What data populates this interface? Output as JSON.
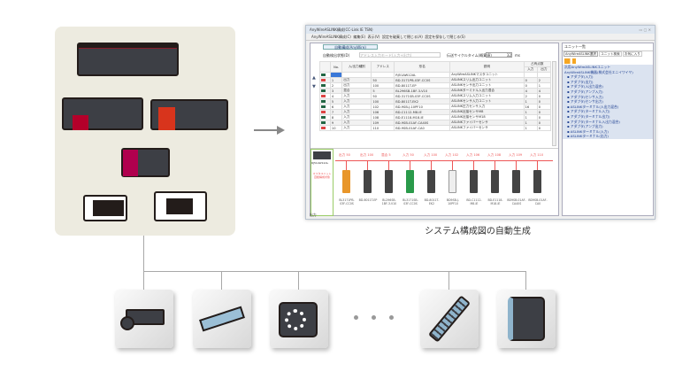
{
  "window": {
    "title": "AnyWireASLINK構成(CC-Link IE TSN)",
    "menu": [
      "AnyWireASLINK構成(C)",
      "編集(E)",
      "表示(V)",
      "設定を破棄して閉じる(A)",
      "設定を保存して閉じる(S)"
    ],
    "auto_button": "自動構成(AnyWire)",
    "detect_label": "自動検出状態(D)",
    "detect_value": "アドレス入力モード(入力+出力)",
    "cycle_label": "伝送サイクルタイム(概算値)",
    "cycle_value": "32",
    "cycle_unit": "ms",
    "table": {
      "headers": [
        "No.",
        "入/出力種別",
        "アドレス",
        "形名",
        "説明",
        "占有点数"
      ],
      "sub_headers": [
        "入力",
        "出力"
      ],
      "rows": [
        [
          "",
          "",
          "",
          "RJ51AW12AL",
          "AnyWireASLINKマスタユニット",
          "",
          ""
        ],
        [
          "1",
          "出力",
          "50",
          "BD-3171PB-03F-CC0S",
          "ASLINKスリム出力ユニット",
          "0",
          "2"
        ],
        [
          "2",
          "出力",
          "100",
          "BD-8011T-EP",
          "ASLINKセンサ出力ユニット",
          "0",
          "1"
        ],
        [
          "3",
          "混合",
          "5",
          "BL296SB-1BF-3-V10",
          "ASLINKターミナル入出力混合",
          "4",
          "4"
        ],
        [
          "4",
          "入力",
          "50",
          "BD-3171SB-03F-CC0S",
          "ASLINKスリム入力ユニット",
          "2",
          "0"
        ],
        [
          "5",
          "入力",
          "100",
          "BD-8011T-EK2",
          "ASLINKセンサ入力ユニット",
          "1",
          "0"
        ],
        [
          "6",
          "入力",
          "102",
          "BD-9SB-J-10PF10",
          "ASLINK圧力センサ入力",
          "16",
          "0"
        ],
        [
          "7",
          "入力",
          "106",
          "BD-C1112-M8-IE",
          "ASLINK近接センサM8",
          "1",
          "0"
        ],
        [
          "8",
          "入力",
          "108",
          "BD-E1118-M18-IE",
          "ASLINK近接センサM18",
          "1",
          "0"
        ],
        [
          "9",
          "入力",
          "109",
          "BD-9SB-01AF-CA40S",
          "ASLINKファイバーセンサ",
          "1",
          "0"
        ],
        [
          "10",
          "入力",
          "110",
          "BD-9SB-01AF-CA0",
          "ASLINKファイバーセンサ",
          "1",
          "0"
        ]
      ]
    },
    "diagram": {
      "master_label": "RJ51AW12AL",
      "master_note": "マスタユニット 自動構成対象",
      "slots": [
        {
          "addr": "出力 50",
          "name": "BL3171PB-03F-CC0S"
        },
        {
          "addr": "出力 100",
          "name": "BD-8011T-EP"
        },
        {
          "addr": "混合 5",
          "name": "BL296SB-1BF-3-V10"
        },
        {
          "addr": "入力 50",
          "name": "BL3171SB-03F-CC0S"
        },
        {
          "addr": "入力 100",
          "name": "BD-8011T-EK2"
        },
        {
          "addr": "入力 102",
          "name": "BD9SB-J-10PF10"
        },
        {
          "addr": "入力 106",
          "name": "BD-C1112-M8-IE"
        },
        {
          "addr": "入力 108",
          "name": "BD-E1118-M18-IE"
        },
        {
          "addr": "入力 109",
          "name": "BD9SB-01AF-CA40S"
        },
        {
          "addr": "入力 110",
          "name": "BD9SB-01AF-CA0"
        }
      ]
    },
    "output_label": "出力",
    "unit_list": {
      "title": "ユニット一覧",
      "tabs": [
        "AnyWireASLINK選択",
        "ユニット検索",
        "お気に入り"
      ],
      "root1": "汎用AnyWireASLINKユニット",
      "root2": "AnyWireASLINK機器(株式会社エニイワイヤ)",
      "items": [
        "アダプタ(入力)",
        "アダプタ(出力)",
        "アダプタ(入出力混合)",
        "アダプタ(アンプ入力)",
        "アダプタ(センサ入力)",
        "アダプタ(センサ出力)",
        "ASLINKターミナル(入出力混合)",
        "アダプタ(ターミナル入力)",
        "アダプタ(ターミナル出力)",
        "アダプタ(ターミナル入出力混合)",
        "アダプタ(アンプ出力)",
        "ASLINKターミナル(入力)",
        "ASLINKターミナル(出力)"
      ]
    }
  },
  "caption": "システム構成図の自動生成",
  "colors": {
    "panel": "#edebe0",
    "accent": "#e55555",
    "link": "#1a3c8f"
  }
}
